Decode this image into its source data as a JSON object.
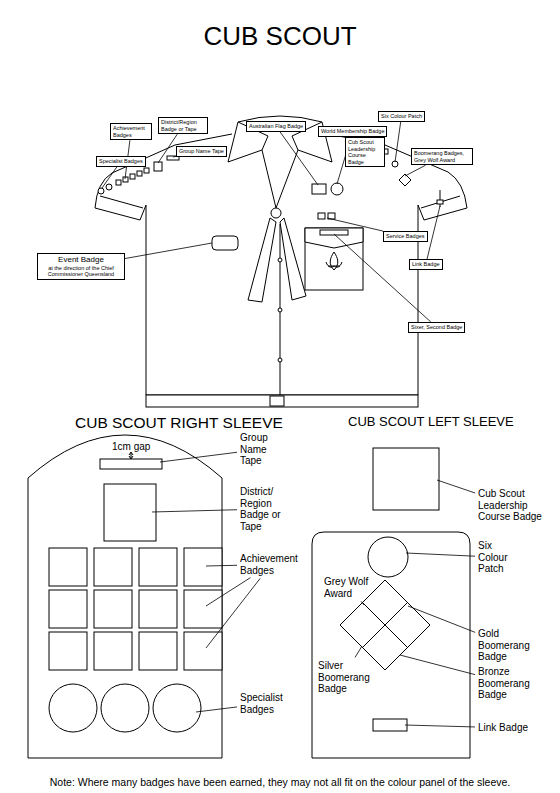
{
  "diagram": {
    "title": "CUB SCOUT",
    "nodes": [
      {
        "text": [
          "Achievement Badges"
        ]
      },
      {
        "text": [
          "District/Region Badge or Tape"
        ]
      },
      {
        "text": [
          "Group Name Tape"
        ]
      },
      {
        "text": [
          "Specialist Badges"
        ]
      },
      {
        "text": [
          "Australian Flag Badge"
        ]
      },
      {
        "text": [
          "World Membership Badge"
        ]
      },
      {
        "text": [
          "Six Colour Patch"
        ]
      },
      {
        "text": [
          "Cub Scout Leadership Course Badge"
        ]
      },
      {
        "text": [
          "Boomerang Badges, Grey Wolf Award"
        ]
      },
      {
        "text": [
          "Event Badge",
          "at the direction of the Chief Commissioner Queensland"
        ]
      },
      {
        "text": [
          "Service Badges"
        ]
      },
      {
        "text": [
          "Link Badge"
        ]
      },
      {
        "text": [
          "Sixer, Second Badge"
        ]
      }
    ],
    "labels": [
      "CUB SCOUT RIGHT SLEEVE",
      "1cm gap",
      "Group Name Tape",
      "District/ Region Badge or Tape",
      "Achievement Badges",
      "Specialist Badges",
      "CUB SCOUT LEFT SLEEVE",
      "Cub Scout Leadership Course Badge",
      "Six Colour Patch",
      "Grey Wolf Award",
      "Gold Boomerang Badge",
      "Silver Boomerang Badge",
      "Bronze Boomerang Badge",
      "Link Badge",
      "Note: Where many badges have been earned, they may not all fit on the colour panel of the sleeve."
    ]
  }
}
